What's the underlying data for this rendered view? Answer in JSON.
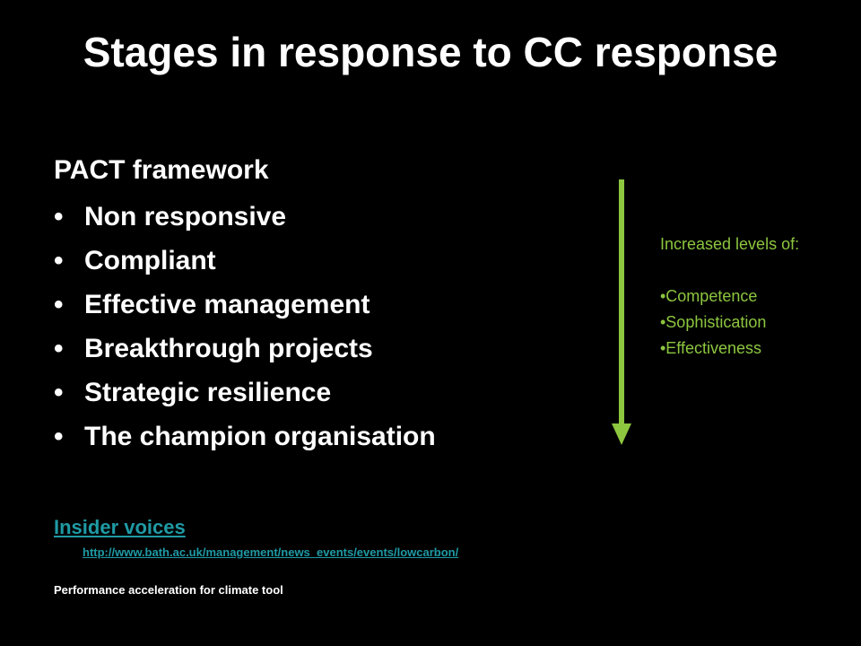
{
  "slide": {
    "title": "Stages in response to CC response",
    "subtitle": "PACT framework",
    "bullets": [
      "Non responsive",
      "Compliant",
      "Effective management",
      "Breakthrough projects",
      "Strategic resilience",
      "The champion organisation"
    ],
    "bullet_symbol": "•",
    "side_note": {
      "heading": "Increased levels of:",
      "items": [
        "•Competence",
        "•Sophistication",
        "•Effectiveness"
      ],
      "color": "#8dc63f"
    },
    "arrow_color": "#8dc63f",
    "link_main": "Insider voices",
    "link_url": "http://www.bath.ac.uk/management/news_events/events/lowcarbon/",
    "link_color": "#1f9aa5",
    "footer": "Performance acceleration for climate tool",
    "background": "#000000"
  }
}
